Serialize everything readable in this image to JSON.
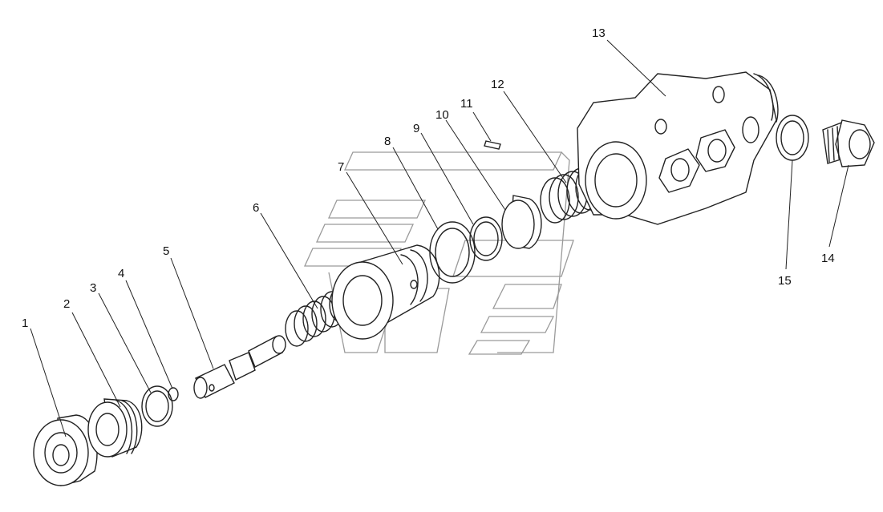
{
  "figure": {
    "kind": "exploded-assembly-drawing",
    "callouts": [
      {
        "id": "callout-1",
        "text": "1"
      },
      {
        "id": "callout-2",
        "text": "2"
      },
      {
        "id": "callout-3",
        "text": "3"
      },
      {
        "id": "callout-4",
        "text": "4"
      },
      {
        "id": "callout-5",
        "text": "5"
      },
      {
        "id": "callout-6",
        "text": "6"
      },
      {
        "id": "callout-7",
        "text": "7"
      },
      {
        "id": "callout-8",
        "text": "8"
      },
      {
        "id": "callout-9",
        "text": "9"
      },
      {
        "id": "callout-10",
        "text": "10"
      },
      {
        "id": "callout-11",
        "text": "11"
      },
      {
        "id": "callout-12",
        "text": "12"
      },
      {
        "id": "callout-13",
        "text": "13"
      },
      {
        "id": "callout-14",
        "text": "14"
      },
      {
        "id": "callout-15",
        "text": "15"
      }
    ],
    "watermark": "stylized logo (background, grey outline)"
  }
}
